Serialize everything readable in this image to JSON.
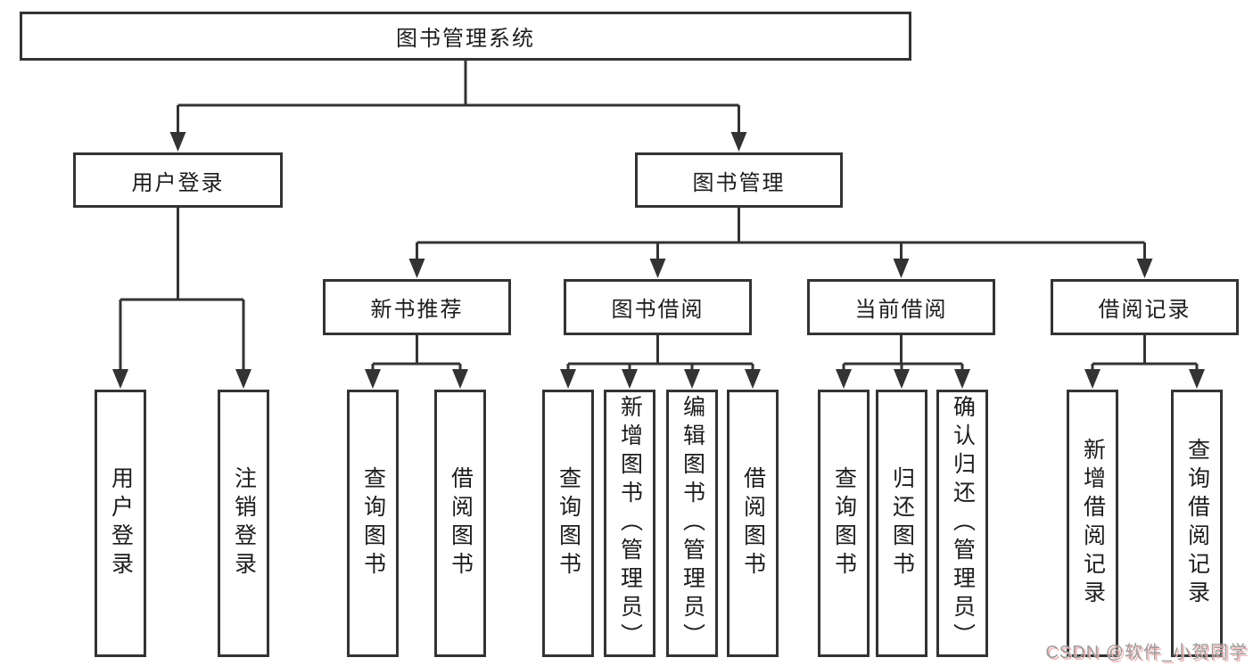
{
  "tree": {
    "label": "图书管理系统",
    "children": [
      {
        "label": "用户登录",
        "children": [
          {
            "label": "用户登录"
          },
          {
            "label": "注销登录"
          }
        ]
      },
      {
        "label": "图书管理",
        "children": [
          {
            "label": "新书推荐",
            "children": [
              {
                "label": "查询图书"
              },
              {
                "label": "借阅图书"
              }
            ]
          },
          {
            "label": "图书借阅",
            "children": [
              {
                "label": "查询图书"
              },
              {
                "label": "新增图书（管理员）"
              },
              {
                "label": "编辑图书（管理员）"
              },
              {
                "label": "借阅图书"
              }
            ]
          },
          {
            "label": "当前借阅",
            "children": [
              {
                "label": "查询图书"
              },
              {
                "label": "归还图书"
              },
              {
                "label": "确认归还（管理员）"
              }
            ]
          },
          {
            "label": "借阅记录",
            "children": [
              {
                "label": "新增借阅记录"
              },
              {
                "label": "查询借阅记录"
              }
            ]
          }
        ]
      }
    ]
  },
  "watermark": {
    "text": "CSDN @软件_小贺同学"
  },
  "colors": {
    "line": "#333333",
    "text": "#1c1c1c",
    "background": "#ffffff",
    "watermark_text": "#9d9d9d",
    "watermark_shadow": "#f0b6b6"
  }
}
